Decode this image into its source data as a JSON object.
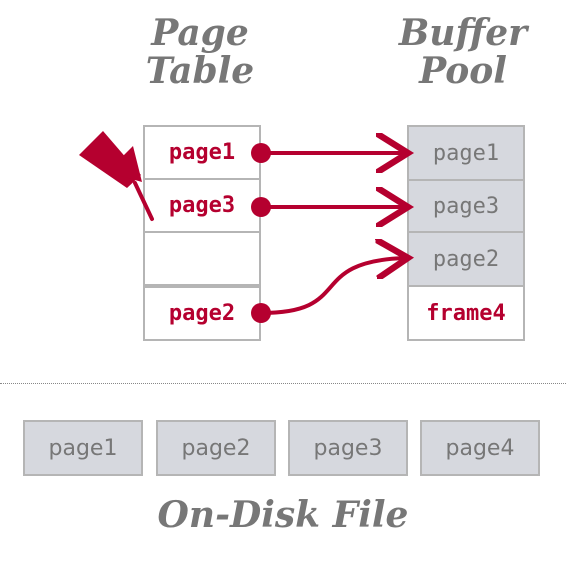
{
  "titles": {
    "page_table": "Page\nTable",
    "buffer_pool": "Buffer\nPool",
    "disk": "On-Disk File"
  },
  "page_table": {
    "entries": [
      "page1",
      "page3",
      "",
      "page2"
    ]
  },
  "buffer_pool": {
    "frames": [
      "page1",
      "page3",
      "page2",
      "frame4"
    ]
  },
  "disk_file": {
    "pages": [
      "page1",
      "page2",
      "page3",
      "page4"
    ]
  },
  "colors": {
    "accent": "#b5002f",
    "frame_fill": "#d6d8de",
    "border": "#b5b5b5",
    "title": "#777777"
  },
  "icons": {
    "pin": "pushpin-icon"
  }
}
